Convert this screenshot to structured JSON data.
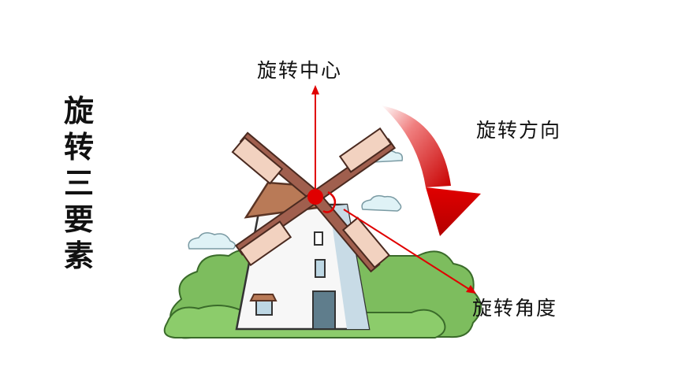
{
  "title_chars": [
    "旋",
    "转",
    "三",
    "要",
    "素"
  ],
  "labels": {
    "center": "旋转中心",
    "direction": "旋转方向",
    "angle": "旋转角度"
  },
  "colors": {
    "arrow_red": "#e00000",
    "grass": "#7dbd5e",
    "roof": "#b97a57",
    "blade": "#f2d2c0",
    "blade_frame": "#a05f4e"
  }
}
